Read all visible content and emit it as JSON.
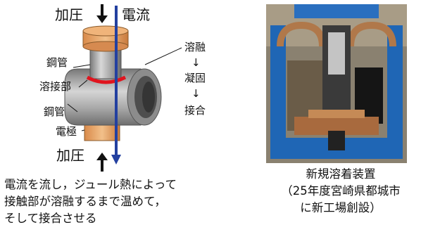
{
  "diagram": {
    "top_pressure": "加圧",
    "current": "電流",
    "bottom_pressure": "加圧",
    "labels": {
      "pipe_top": "鋼管",
      "weld_zone": "溶接部",
      "pipe_left": "鋼管",
      "electrode": "電極"
    },
    "process": {
      "melt": "溶融",
      "arrow1": "↓",
      "solidify": "凝固",
      "arrow2": "↓",
      "join": "接合"
    }
  },
  "captions": {
    "left": [
      "電流を流し，ジュール熱によって",
      "接触部が溶融するまで温めて，",
      "そして接合させる"
    ],
    "right": [
      "新規溶着装置",
      "（25年度宮崎県都城市",
      "に新工場創設）"
    ]
  },
  "colors": {
    "electrode": "#e8a86a",
    "pipe": "#9a9a9a",
    "weld": "#e0141e",
    "current_line": "#2340a0",
    "machine_blue": "#1f66b5",
    "copper": "#b0784a"
  }
}
